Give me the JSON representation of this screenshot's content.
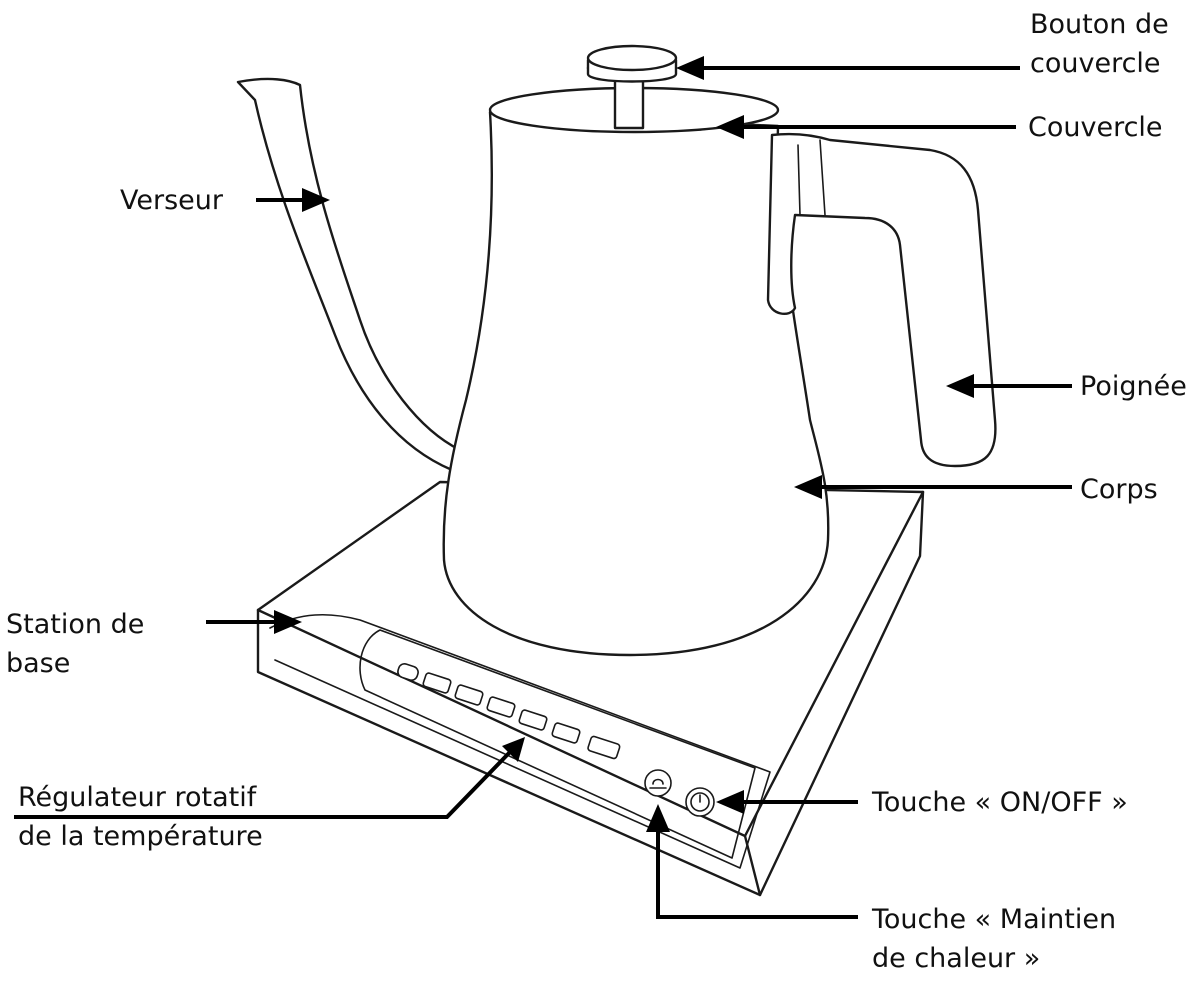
{
  "labels": {
    "bouton_couvercle": [
      "Bouton de",
      "couvercle"
    ],
    "couvercle": [
      "Couvercle"
    ],
    "verseur": [
      "Verseur"
    ],
    "poignee": [
      "Poignée"
    ],
    "corps": [
      "Corps"
    ],
    "station_base": [
      "Station de",
      "base"
    ],
    "regulateur": [
      "Régulateur rotatif",
      "de la température"
    ],
    "touche_on_off": [
      "Touche « ON/OFF »"
    ],
    "touche_maintien": [
      "Touche « Maintien",
      "de chaleur »"
    ]
  },
  "colors": {
    "line": "#1a1a1a",
    "arrow": "#000000",
    "text": "#111111",
    "background": "#ffffff"
  }
}
